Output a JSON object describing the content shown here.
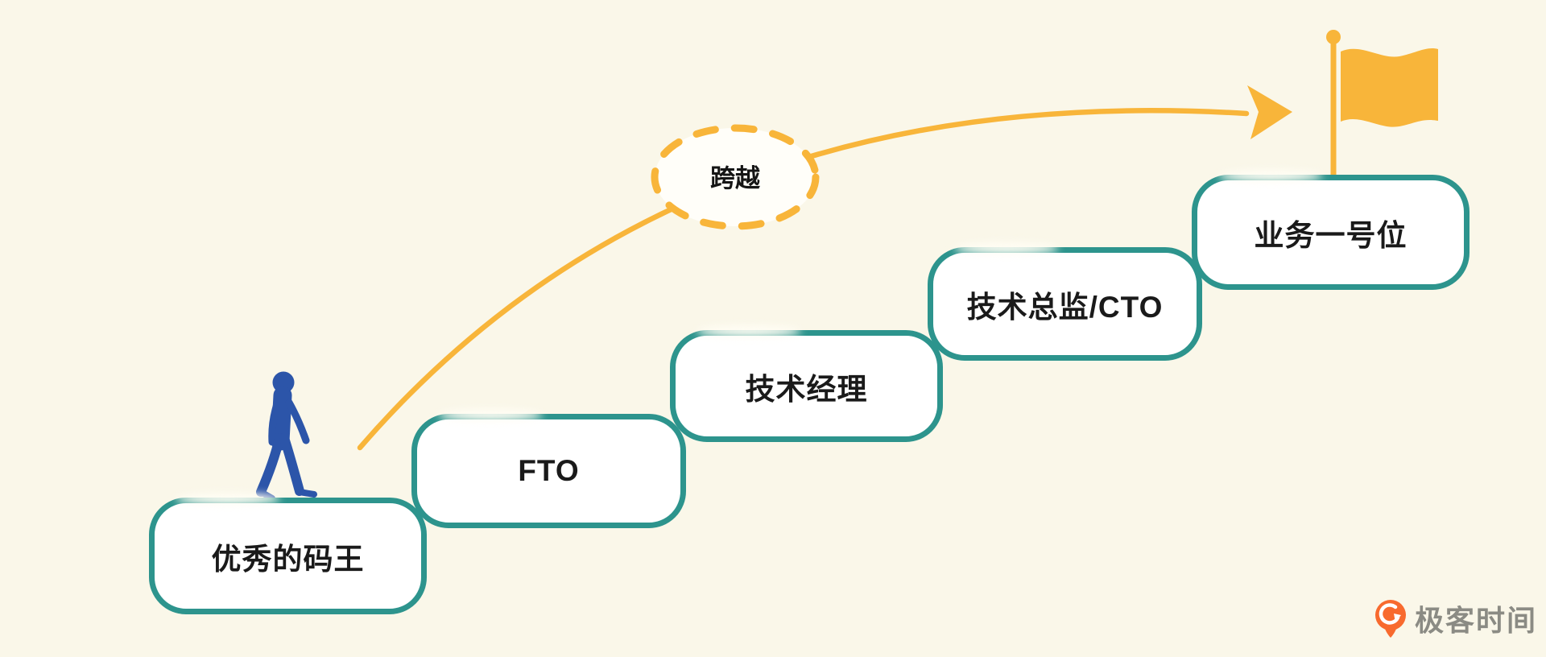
{
  "page": {
    "background_color": "#faf7e9"
  },
  "diagram": {
    "steps": [
      {
        "label": "优秀的码王"
      },
      {
        "label": "FTO"
      },
      {
        "label": "技术经理"
      },
      {
        "label": "技术总监/CTO"
      },
      {
        "label": "业务一号位"
      }
    ],
    "leap_label": "跨越",
    "icons": [
      "walking-person-icon",
      "flag-icon",
      "curved-arrow-icon",
      "dashed-leap-ellipse"
    ],
    "colors": {
      "box_border_teal": "#2d948d",
      "box_fill": "#ffffff",
      "accent_yellow": "#f8b53a",
      "person_blue": "#2c55a9",
      "label_text": "#1a1a1a"
    }
  },
  "branding": {
    "logo_text": "极客时间",
    "logo_text_color": "#8b8b84",
    "logo_icon_color": "#f86a2e"
  }
}
